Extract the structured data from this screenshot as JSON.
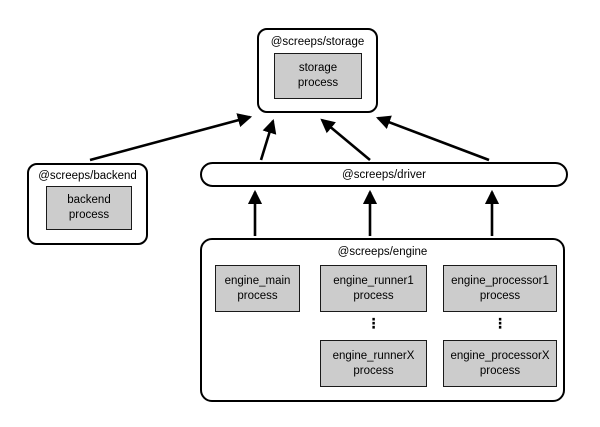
{
  "diagram": {
    "background": "#ffffff",
    "node_fill": "#ffffff",
    "node_border": "#000000",
    "process_fill": "#cccccc",
    "process_border": "#1a1a1a",
    "arrow_color": "#000000"
  },
  "nodes": {
    "storage": {
      "label": "@screeps/storage",
      "process": "storage\nprocess"
    },
    "backend": {
      "label": "@screeps/backend",
      "process": "backend\nprocess"
    },
    "driver": {
      "label": "@screeps/driver"
    },
    "engine": {
      "label": "@screeps/engine",
      "processes": {
        "main": "engine_main\nprocess",
        "runner1": "engine_runner1\nprocess",
        "runnerX": "engine_runnerX\nprocess",
        "processor1": "engine_processor1\nprocess",
        "processorX": "engine_processorX\nprocess"
      }
    }
  },
  "icons": {
    "vertical_ellipsis": "⋮"
  }
}
